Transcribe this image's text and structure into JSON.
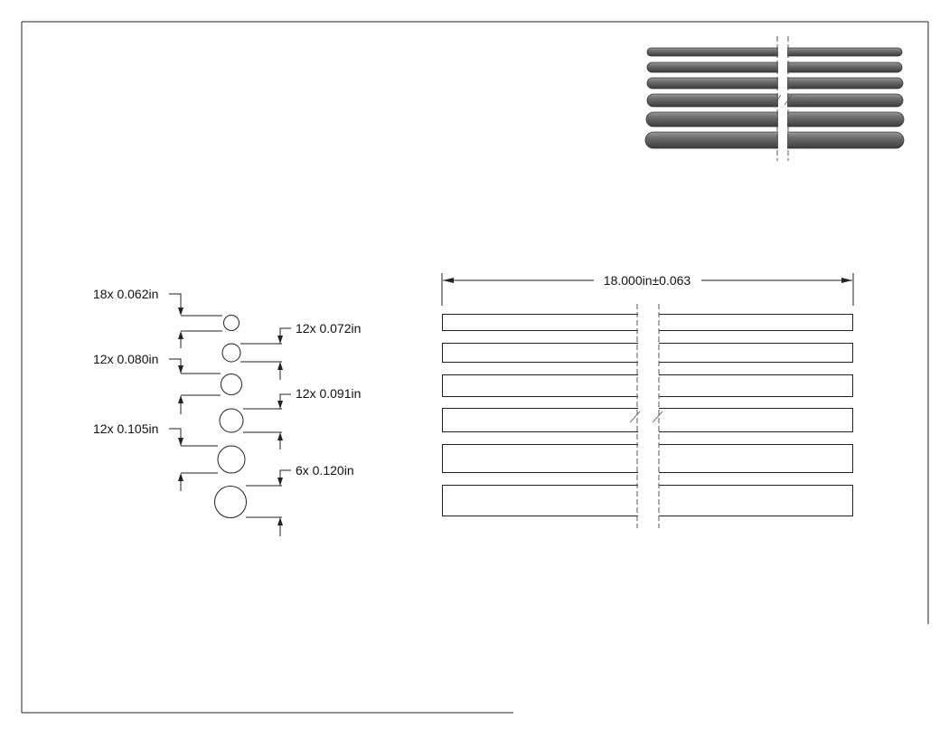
{
  "drawing": {
    "overall_length_label": "18.000in±0.063",
    "diameter_callouts": [
      {
        "label": "18x 0.062in",
        "side": "left"
      },
      {
        "label": "12x 0.072in",
        "side": "right"
      },
      {
        "label": "12x 0.080in",
        "side": "left"
      },
      {
        "label": "12x 0.091in",
        "side": "right"
      },
      {
        "label": "12x 0.105in",
        "side": "left"
      },
      {
        "label": "6x 0.120in",
        "side": "right"
      }
    ],
    "rod_count": 6,
    "iso_rod_color": "#6b6b6b",
    "line_color": "#222222"
  }
}
